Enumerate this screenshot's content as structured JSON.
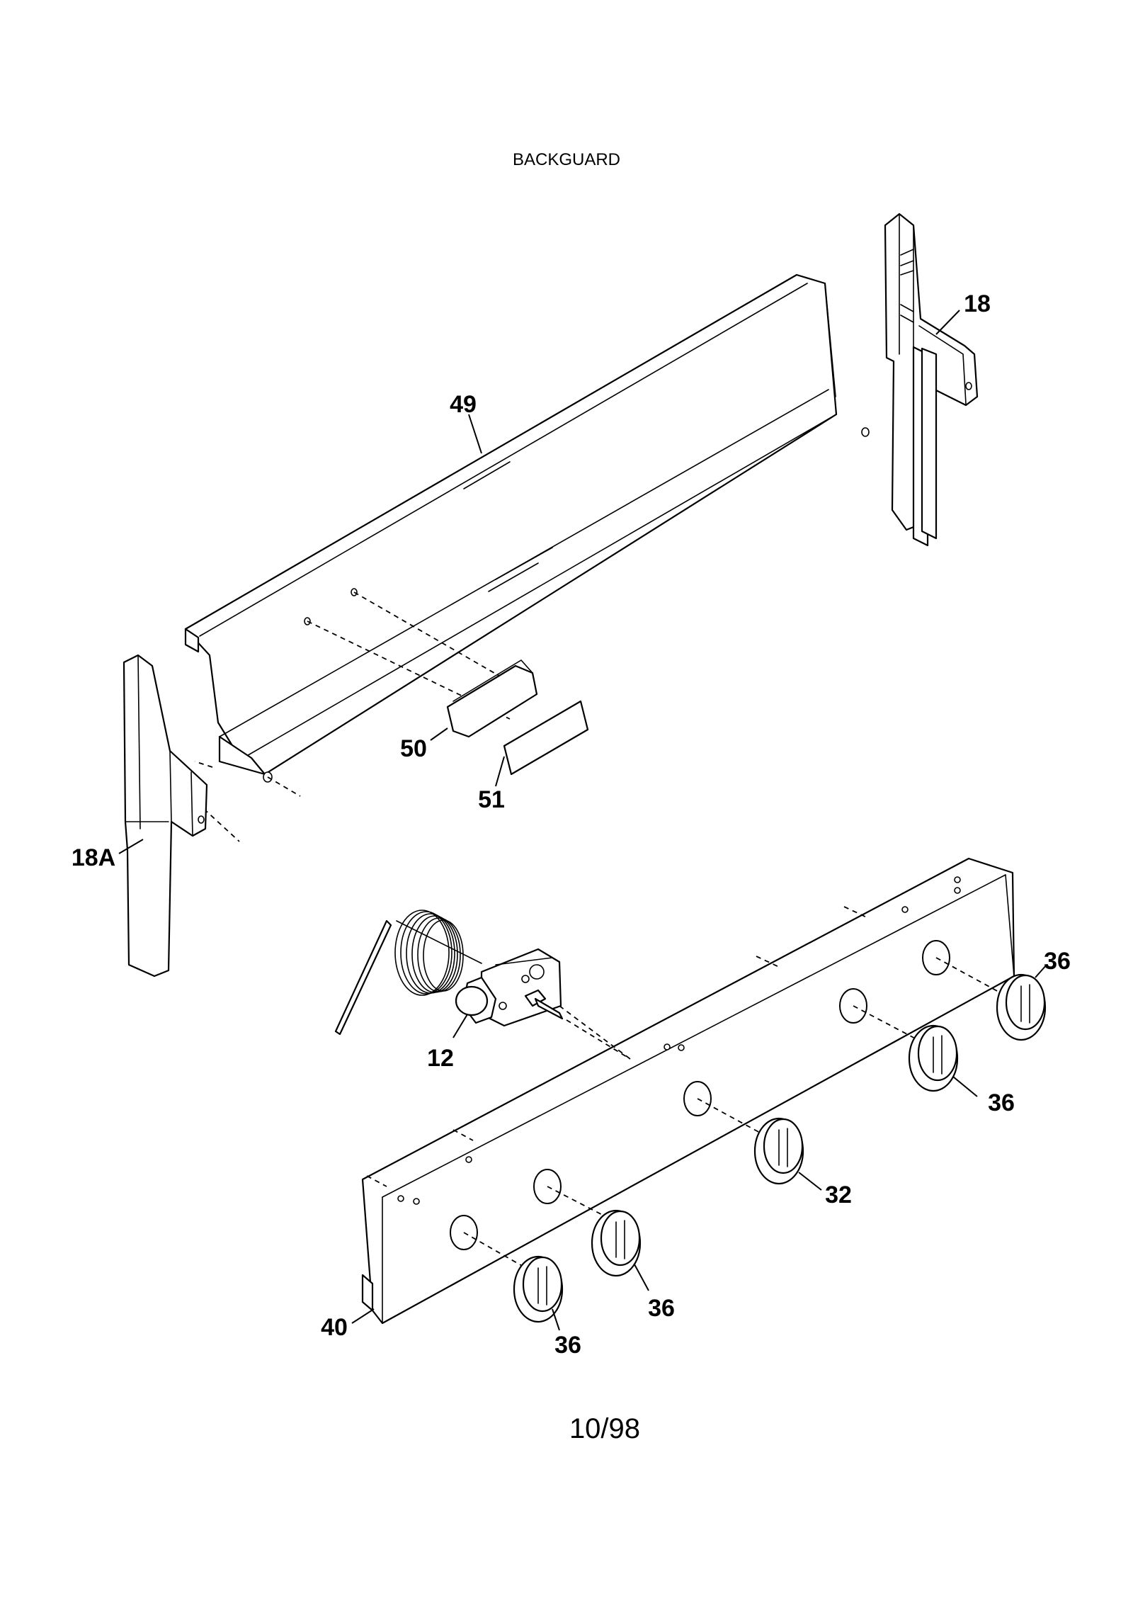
{
  "diagram": {
    "title": "BACKGUARD",
    "footer": "10/98",
    "callouts": {
      "c49": "49",
      "c18": "18",
      "c18a": "18A",
      "c50": "50",
      "c51": "51",
      "c12": "12",
      "c40": "40",
      "c32": "32",
      "c36a": "36",
      "c36b": "36",
      "c36c": "36",
      "c36d": "36"
    }
  }
}
